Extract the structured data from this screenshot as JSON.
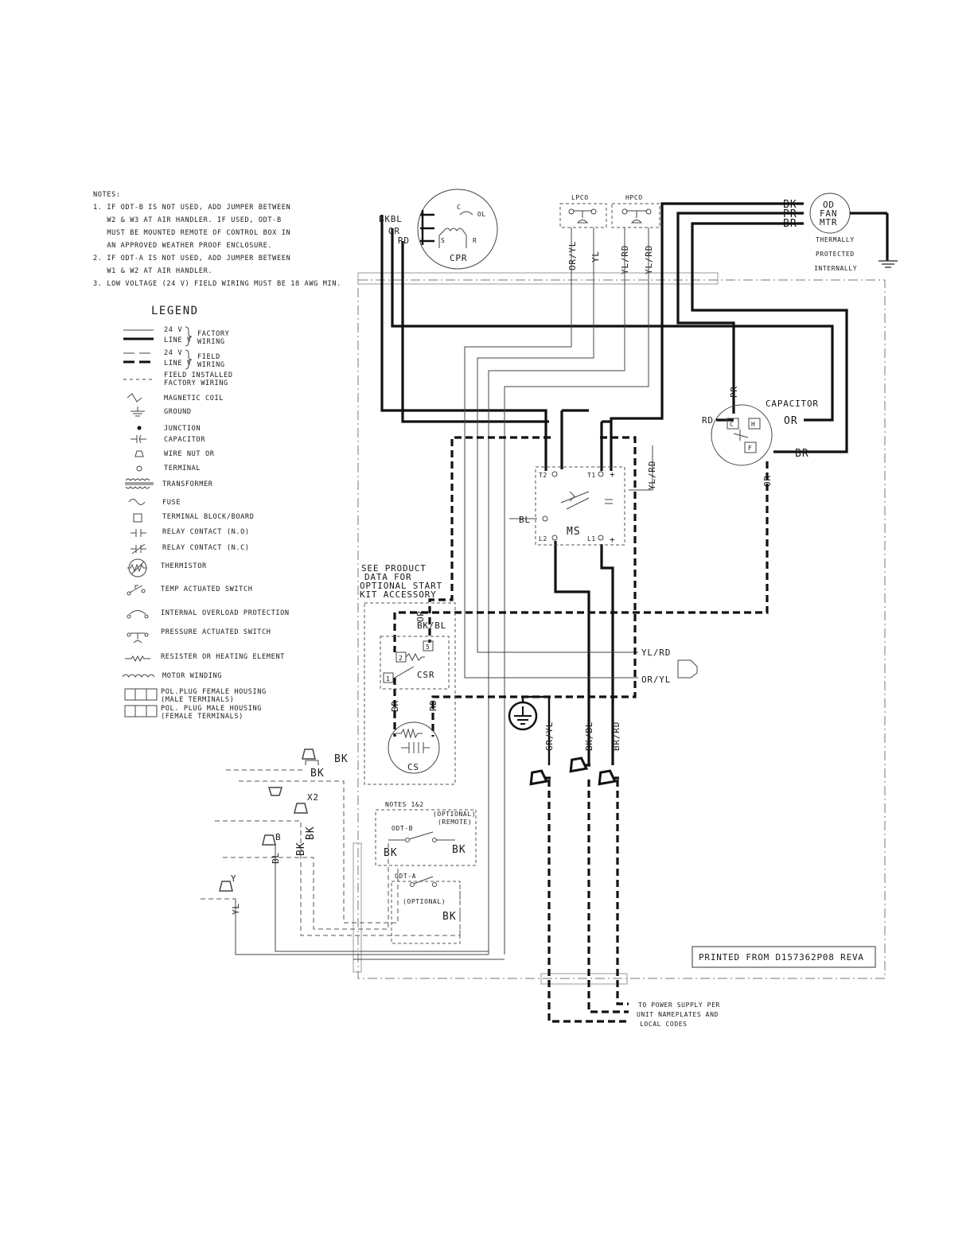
{
  "notes": {
    "heading": "NOTES:",
    "lines": [
      "1. IF ODT-B IS NOT USED, ADD JUMPER BETWEEN",
      "   W2 & W3 AT AIR HANDLER. IF USED, ODT-B",
      "   MUST BE MOUNTED REMOTE OF CONTROL BOX IN",
      "   AN APPROVED WEATHER PROOF ENCLOSURE.",
      "2. IF ODT-A IS NOT USED, ADD JUMPER BETWEEN",
      "   W1 & W2 AT AIR HANDLER.",
      "3. LOW VOLTAGE (24 V) FIELD WIRING MUST BE 18 AWG MIN."
    ]
  },
  "legend": {
    "title": "LEGEND",
    "factory_24v": "24 V",
    "factory_line": "LINE V",
    "factory_wiring": "FACTORY",
    "factory_wiring2": "WIRING",
    "field_24v": "24 V",
    "field_line": "LINE V",
    "field_wiring": "FIELD",
    "field_wiring2": "WIRING",
    "items": [
      "FIELD INSTALLED",
      "FACTORY WIRING",
      "MAGNETIC COIL",
      "GROUND",
      "JUNCTION",
      "CAPACITOR",
      "WIRE NUT OR",
      "TERMINAL",
      "TRANSFORMER",
      "FUSE",
      "TERMINAL BLOCK/BOARD",
      "RELAY CONTACT (N.O)",
      "RELAY CONTACT (N.C)",
      "THERMISTOR",
      "TEMP ACTUATED SWITCH",
      "INTERNAL OVERLOAD PROTECTION",
      "PRESSURE ACTUATED SWITCH",
      "RESISTER OR HEATING ELEMENT",
      "MOTOR WINDING",
      "POL.PLUG FEMALE HOUSING",
      "(MALE TERMINALS)",
      "POL. PLUG MALE HOUSING",
      "(FEMALE TERMINALS)"
    ]
  },
  "components": {
    "cpr": "CPR",
    "cpr_c": "C",
    "cpr_ol": "OL",
    "cpr_s": "S",
    "cpr_r": "R",
    "lpco": "LPCO",
    "hpco": "HPCO",
    "od_fan_1": "OD",
    "od_fan_2": "FAN",
    "od_fan_3": "MTR",
    "thermal_1": "THERMALLY",
    "thermal_2": "PROTECTED",
    "thermal_3": "INTERNALLY",
    "capacitor": "CAPACITOR",
    "cap_c": "C",
    "cap_h": "H",
    "cap_f": "F",
    "ms": "MS",
    "ms_t1": "T1",
    "ms_t2": "T2",
    "ms_l1": "L1",
    "ms_l2": "L2",
    "ms_plus": "+",
    "see_product_1": "SEE PRODUCT",
    "see_product_2": "DATA FOR",
    "see_product_3": "OPTIONAL START",
    "see_product_4": "KIT ACCESSORY",
    "csr": "CSR",
    "csr_2": "2",
    "csr_5": "5",
    "csr_1": "1",
    "cs": "CS",
    "notes_12": "NOTES 1&2",
    "optional": "(OPTIONAL)",
    "remote": "(REMOTE)",
    "odt_b": "ODT-B",
    "odt_a": "ODT-A",
    "optional2": "(OPTIONAL)",
    "x2": "X2",
    "b": "B",
    "y": "Y",
    "printed": "PRINTED FROM D157362P08 REVA",
    "power_1": "TO POWER SUPPLY PER",
    "power_2": "UNIT NAMEPLATES AND",
    "power_3": "LOCAL CODES"
  },
  "wires": {
    "bkbl": "BKBL",
    "or": "OR",
    "rd": "RD",
    "or_yl": "OR/YL",
    "yl": "YL",
    "yl_rd": "YL/RD",
    "yl_rd2": "YL/RD",
    "bk": "BK",
    "pr": "PR",
    "br": "BR",
    "pr_v": "PR",
    "rd_cap": "RD",
    "or_cap": "OR",
    "br_cap": "BR",
    "or_v": "OR",
    "yl_rd_v": "YL/RD",
    "bl_ms": "BL",
    "bk_bl": "BK/BL",
    "or_csr": "OR",
    "br_csr": "BR",
    "rd_csr": "RD",
    "yl_rd_plug": "YL/RD",
    "or_yl_plug": "OR/YL",
    "gr_yl": "GR/YL",
    "bk_bl_v": "BK/BL",
    "br_rd_v": "BR/RD",
    "bk1": "BK",
    "bk2": "BK",
    "bk3": "BK",
    "bk4": "BK",
    "bl": "BL",
    "yl_left": "YL",
    "bk_odtb_l": "BK",
    "bk_odtb_r": "BK",
    "bk_odta": "BK"
  }
}
